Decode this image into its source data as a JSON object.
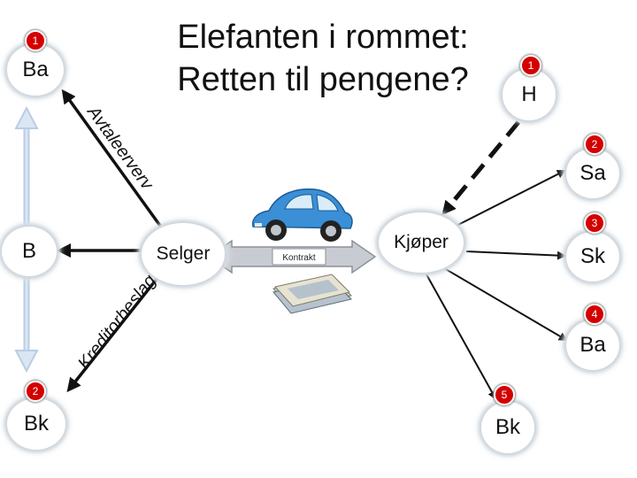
{
  "title": {
    "line1": "Elefanten i rommet:",
    "line2": "Retten til pengene?"
  },
  "nodes": {
    "seller": "Selger",
    "buyer": "Kjøper",
    "ba_top": "Ba",
    "h": "H",
    "sa": "Sa",
    "b": "B",
    "sk": "Sk",
    "ba_right": "Ba",
    "bk_left": "Bk",
    "bk_bottom": "Bk"
  },
  "badges": {
    "ba_top": "1",
    "h": "1",
    "sa": "2",
    "sk": "3",
    "ba_right": "4",
    "bk_left": "2",
    "bk_bottom": "5"
  },
  "labels": {
    "avtaleerverv": "Avtaleerverv",
    "kreditorbeslag": "Kreditorbeslag",
    "contract": "Kontrakt"
  },
  "colors": {
    "arrow": "#111111",
    "double_arrow": "#b9cde5",
    "badge": "#d40000",
    "car": "#3a8fd6"
  }
}
